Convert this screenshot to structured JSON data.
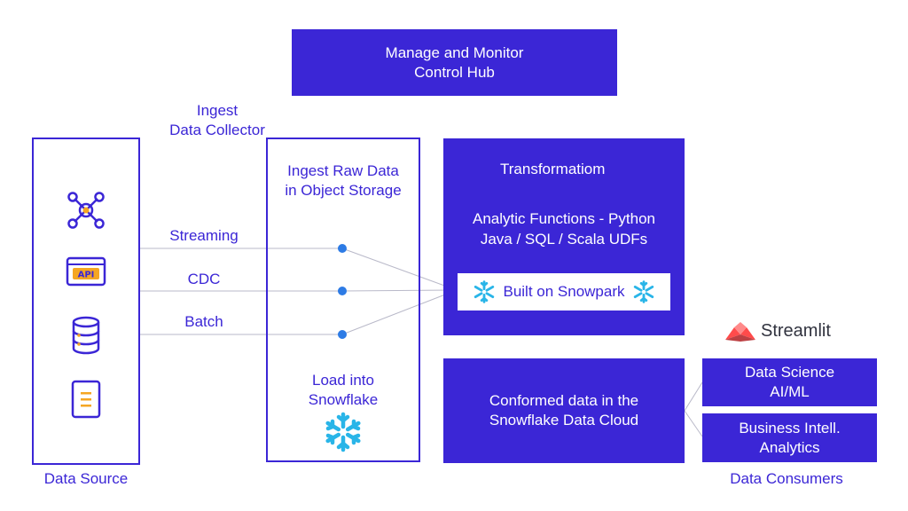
{
  "manage_box": {
    "line1": "Manage and Monitor",
    "line2": "Control Hub"
  },
  "ingest_label": {
    "line1": "Ingest",
    "line2": "Data Collector"
  },
  "source_box": {
    "label": "Data Source",
    "icons": [
      "hub-network-icon",
      "api-icon",
      "database-icon",
      "document-icon"
    ]
  },
  "flows": [
    {
      "label": "Streaming"
    },
    {
      "label": "CDC"
    },
    {
      "label": "Batch"
    }
  ],
  "storage_box": {
    "title_line1": "Ingest Raw Data",
    "title_line2": "in Object Storage",
    "load_line1": "Load into",
    "load_line2": "Snowflake",
    "icon": "snowflake-icon"
  },
  "transform_box": {
    "title": "Transformatiom",
    "line1": "Analytic Functions - Python",
    "line2": "Java / SQL / Scala UDFs",
    "snowpark_label": "Built on Snowpark",
    "icon": "snowflake-icon"
  },
  "conformed_box": {
    "line1": "Conformed data in the",
    "line2": "Snowflake Data Cloud"
  },
  "streamlit": {
    "label": "Streamlit",
    "icon": "streamlit-logo-icon"
  },
  "consumers": {
    "label": "Data Consumers",
    "items": [
      {
        "line1": "Data Science",
        "line2": "AI/ML"
      },
      {
        "line1": "Business Intell.",
        "line2": "Analytics"
      }
    ]
  },
  "colors": {
    "primary": "#3b26d6",
    "accent": "#2d7be5",
    "snowflake": "#29b5e8",
    "icon_orange": "#f5a623",
    "streamlit": "#ff4b4b"
  }
}
